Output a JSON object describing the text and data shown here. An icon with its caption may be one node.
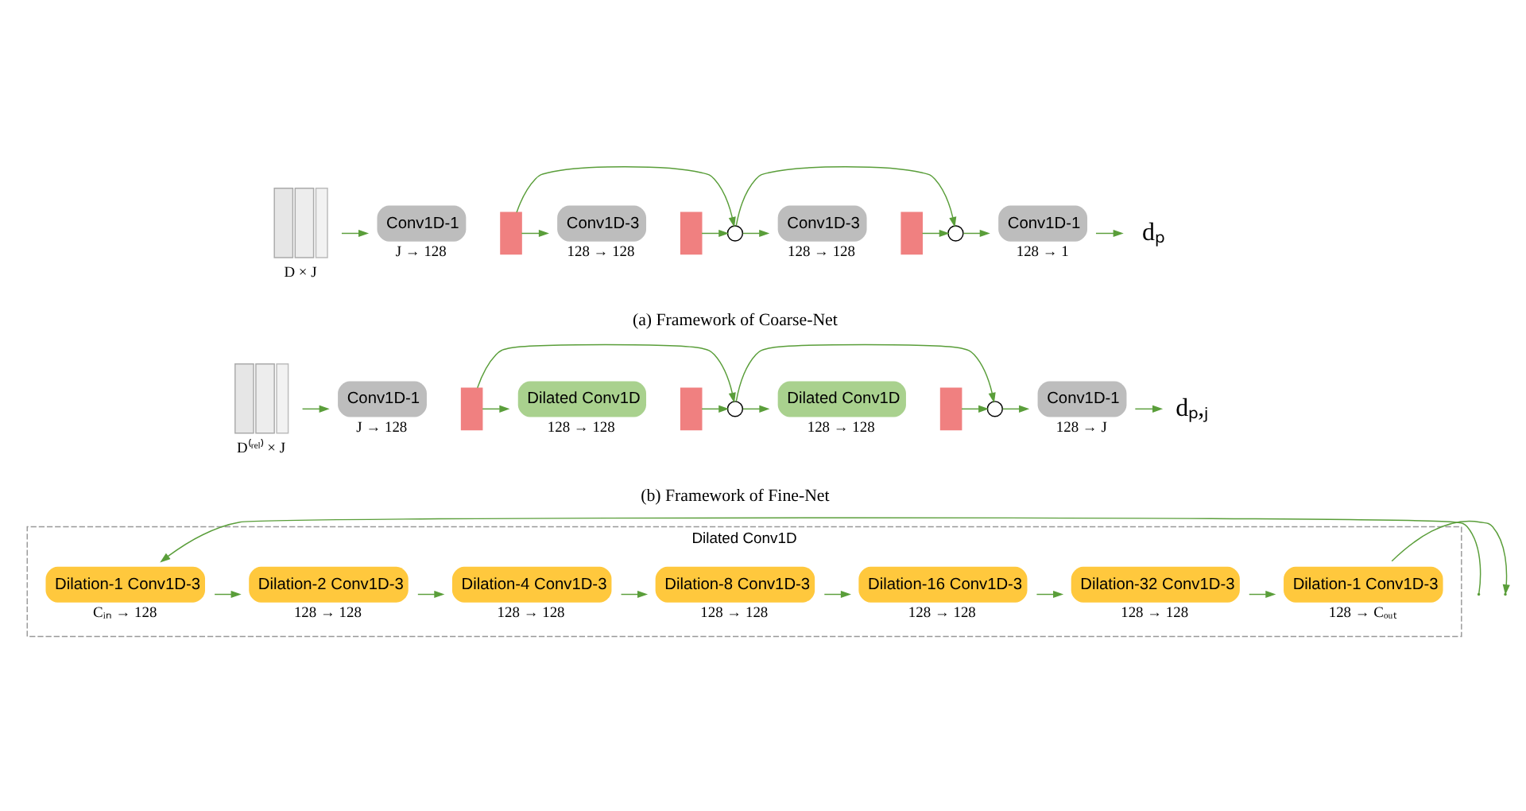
{
  "diagram": {
    "nodes": [
      {
        "text": [],
        "shape": "box",
        "beside": [
          "D × J"
        ]
      },
      {
        "text": [
          "Conv1D-1"
        ],
        "beside": [
          "J → 128"
        ]
      },
      {
        "text": [],
        "shape": "box"
      },
      {
        "text": [
          "Conv1D-3"
        ],
        "beside": [
          "128 → 128"
        ]
      },
      {
        "text": [],
        "shape": "box"
      },
      {
        "text": [],
        "shape": "circle"
      },
      {
        "text": [
          "Conv1D-3"
        ],
        "beside": [
          "128 → 128"
        ]
      },
      {
        "text": [],
        "shape": "box"
      },
      {
        "text": [],
        "shape": "circle"
      },
      {
        "text": [
          "Conv1D-1"
        ],
        "beside": [
          "128 → 1"
        ]
      },
      {
        "text": [
          "dₚ"
        ]
      },
      {
        "text": [],
        "shape": "box",
        "beside": [
          "D⁽ʳᵉˡ⁾ × J"
        ]
      },
      {
        "text": [
          "Conv1D-1"
        ],
        "beside": [
          "J → 128"
        ]
      },
      {
        "text": [],
        "shape": "box"
      },
      {
        "text": [
          "Dilated Conv1D"
        ],
        "beside": [
          "128 → 128"
        ]
      },
      {
        "text": [],
        "shape": "box"
      },
      {
        "text": [],
        "shape": "circle"
      },
      {
        "text": [
          "Dilated Conv1D"
        ],
        "beside": [
          "128 → 128"
        ]
      },
      {
        "text": [],
        "shape": "box"
      },
      {
        "text": [],
        "shape": "circle"
      },
      {
        "text": [
          "Conv1D-1"
        ],
        "beside": [
          "128 → J"
        ]
      },
      {
        "text": [
          "dₚ,ⱼ"
        ]
      },
      {
        "text": [
          "Dilated Conv1D"
        ]
      },
      {
        "text": [
          "Dilation-1 Conv1D-3"
        ],
        "in": 22,
        "beside": [
          "Cᵢₙ → 128"
        ]
      },
      {
        "text": [
          "Dilation-2 Conv1D-3"
        ],
        "in": 22,
        "beside": [
          "128 → 128"
        ]
      },
      {
        "text": [
          "Dilation-4 Conv1D-3"
        ],
        "in": 22,
        "beside": [
          "128 → 128"
        ]
      },
      {
        "text": [
          "Dilation-8 Conv1D-3"
        ],
        "in": 22,
        "beside": [
          "128 → 128"
        ]
      },
      {
        "text": [
          "Dilation-16 Conv1D-3"
        ],
        "in": 22,
        "beside": [
          "128 → 128"
        ]
      },
      {
        "text": [
          "Dilation-32 Conv1D-3"
        ],
        "in": 22,
        "beside": [
          "128 → 128"
        ]
      },
      {
        "text": [
          "Dilation-1 Conv1D-3"
        ],
        "in": 22,
        "beside": [
          "128 → Cₒᵤₜ"
        ]
      }
    ],
    "edges": [
      {
        "from": 0,
        "to": 1,
        "arrow": "to"
      },
      {
        "from": 2,
        "to": 3,
        "arrow": "to"
      },
      {
        "from": 2,
        "to": 5,
        "arrow": "to"
      },
      {
        "from": 4,
        "to": 5,
        "arrow": "to"
      },
      {
        "from": 5,
        "to": 6,
        "arrow": "to"
      },
      {
        "from": 5,
        "to": 8,
        "arrow": "to"
      },
      {
        "from": 7,
        "to": 8,
        "arrow": "to"
      },
      {
        "from": 8,
        "to": 9,
        "arrow": "to"
      },
      {
        "from": 9,
        "to": 10,
        "arrow": "to"
      },
      {
        "from": 11,
        "to": 12,
        "arrow": "to"
      },
      {
        "from": 13,
        "to": 14,
        "arrow": "to"
      },
      {
        "from": 13,
        "to": 16,
        "arrow": "to"
      },
      {
        "from": 15,
        "to": 16,
        "arrow": "to"
      },
      {
        "from": 16,
        "to": 17,
        "arrow": "to"
      },
      {
        "from": 16,
        "to": 19,
        "arrow": "to"
      },
      {
        "from": 18,
        "to": 19,
        "arrow": "to"
      },
      {
        "from": 19,
        "to": 20,
        "arrow": "to"
      },
      {
        "from": 20,
        "to": 21,
        "arrow": "to"
      },
      {
        "from": null,
        "to": 23,
        "arrow": "to"
      },
      {
        "from": 23,
        "to": 24,
        "arrow": "to"
      },
      {
        "from": 24,
        "to": 25,
        "arrow": "to"
      },
      {
        "from": 25,
        "to": 26,
        "arrow": "to"
      },
      {
        "from": 26,
        "to": 27,
        "arrow": "to"
      },
      {
        "from": 27,
        "to": 28,
        "arrow": "to"
      },
      {
        "from": 28,
        "to": 29,
        "arrow": "to"
      },
      {
        "from": 29,
        "to": null,
        "arrow": "to"
      }
    ],
    "labels": [
      "(a) Framework of Coarse-Net",
      "(b) Framework of Fine-Net"
    ]
  }
}
